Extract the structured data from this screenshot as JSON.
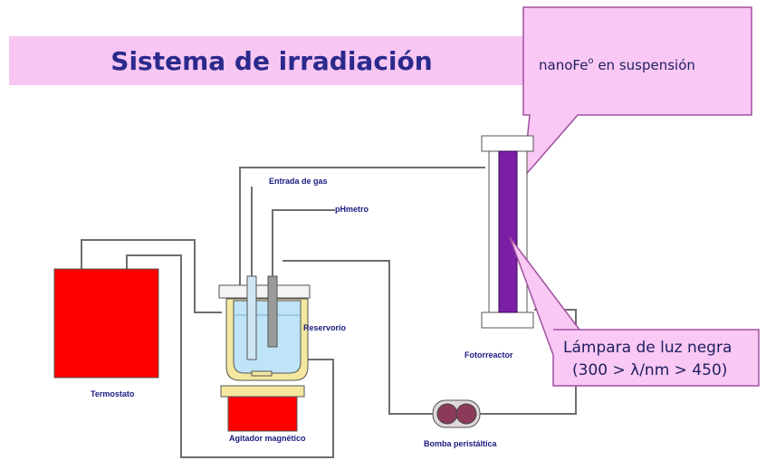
{
  "title": "Sistema de irradiación",
  "callout_top": {
    "text": "nanoFe",
    "superscript": "o",
    "suffix": " en suspensión"
  },
  "callout_lamp": {
    "line1": "Lámpara de luz negra",
    "line2": "(300 > λ/nm > 450)"
  },
  "labels": {
    "gas_inlet": "Entrada de gas",
    "ph_meter": "pHmetro",
    "reservoir": "Reservorio",
    "photoreactor": "Fotorreactor",
    "thermostat": "Termostato",
    "stirrer": "Agitador magnético",
    "pump": "Bomba peristáltica"
  },
  "colors": {
    "title_banner": "#f7c6f2",
    "callout_fill": "#f9c8f4",
    "callout_border": "#a050a0",
    "thermostat": "#ff0000",
    "lamp": "#7a1fa6",
    "liquid": "#bfe3f7",
    "stirrer_plate": "#f4e8a0",
    "pump": "#8c3a5a"
  }
}
